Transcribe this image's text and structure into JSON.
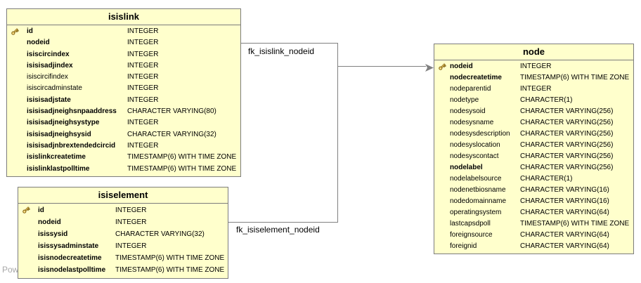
{
  "watermark": "Pow",
  "relationships": [
    {
      "label": "fk_isislink_nodeid"
    },
    {
      "label": "fk_isiselement_nodeid"
    }
  ],
  "colors": {
    "table_fill": "#FFFFCC",
    "table_border": "#7C7C7C",
    "connector_gray": "#808080",
    "key_gold": "#E8C660",
    "watermark_gray": "#A8A8A8",
    "text": "#000000"
  },
  "icons": {
    "primary_key": "key-icon",
    "arrow": "arrowhead-icon"
  },
  "tables": [
    {
      "name": "isislink",
      "columns": [
        {
          "name": "id",
          "type": "INTEGER",
          "key": true,
          "notnull": true
        },
        {
          "name": "nodeid",
          "type": "INTEGER",
          "key": false,
          "notnull": true
        },
        {
          "name": "isiscircindex",
          "type": "INTEGER",
          "key": false,
          "notnull": true
        },
        {
          "name": "isisisadjindex",
          "type": "INTEGER",
          "key": false,
          "notnull": true
        },
        {
          "name": "isiscircifindex",
          "type": "INTEGER",
          "key": false,
          "notnull": false
        },
        {
          "name": "isiscircadminstate",
          "type": "INTEGER",
          "key": false,
          "notnull": false
        },
        {
          "name": "isisisadjstate",
          "type": "INTEGER",
          "key": false,
          "notnull": true
        },
        {
          "name": "isisisadjneighsnpaaddress",
          "type": "CHARACTER VARYING(80)",
          "key": false,
          "notnull": true
        },
        {
          "name": "isisisadjneighsystype",
          "type": "INTEGER",
          "key": false,
          "notnull": true
        },
        {
          "name": "isisisadjneighsysid",
          "type": "CHARACTER VARYING(32)",
          "key": false,
          "notnull": true
        },
        {
          "name": "isisisadjnbrextendedcircid",
          "type": "INTEGER",
          "key": false,
          "notnull": true
        },
        {
          "name": "isislinkcreatetime",
          "type": "TIMESTAMP(6) WITH TIME ZONE",
          "key": false,
          "notnull": true
        },
        {
          "name": "isislinklastpolltime",
          "type": "TIMESTAMP(6) WITH TIME ZONE",
          "key": false,
          "notnull": true
        }
      ]
    },
    {
      "name": "isiselement",
      "columns": [
        {
          "name": "id",
          "type": "INTEGER",
          "key": true,
          "notnull": true
        },
        {
          "name": "nodeid",
          "type": "INTEGER",
          "key": false,
          "notnull": true
        },
        {
          "name": "isissysid",
          "type": "CHARACTER VARYING(32)",
          "key": false,
          "notnull": true
        },
        {
          "name": "isissysadminstate",
          "type": "INTEGER",
          "key": false,
          "notnull": true
        },
        {
          "name": "isisnodecreatetime",
          "type": "TIMESTAMP(6) WITH TIME ZONE",
          "key": false,
          "notnull": true
        },
        {
          "name": "isisnodelastpolltime",
          "type": "TIMESTAMP(6) WITH TIME ZONE",
          "key": false,
          "notnull": true
        }
      ]
    },
    {
      "name": "node",
      "columns": [
        {
          "name": "nodeid",
          "type": "INTEGER",
          "key": true,
          "notnull": true
        },
        {
          "name": "nodecreatetime",
          "type": "TIMESTAMP(6) WITH TIME ZONE",
          "key": false,
          "notnull": true
        },
        {
          "name": "nodeparentid",
          "type": "INTEGER",
          "key": false,
          "notnull": false
        },
        {
          "name": "nodetype",
          "type": "CHARACTER(1)",
          "key": false,
          "notnull": false
        },
        {
          "name": "nodesysoid",
          "type": "CHARACTER VARYING(256)",
          "key": false,
          "notnull": false
        },
        {
          "name": "nodesysname",
          "type": "CHARACTER VARYING(256)",
          "key": false,
          "notnull": false
        },
        {
          "name": "nodesysdescription",
          "type": "CHARACTER VARYING(256)",
          "key": false,
          "notnull": false
        },
        {
          "name": "nodesyslocation",
          "type": "CHARACTER VARYING(256)",
          "key": false,
          "notnull": false
        },
        {
          "name": "nodesyscontact",
          "type": "CHARACTER VARYING(256)",
          "key": false,
          "notnull": false
        },
        {
          "name": "nodelabel",
          "type": "CHARACTER VARYING(256)",
          "key": false,
          "notnull": true
        },
        {
          "name": "nodelabelsource",
          "type": "CHARACTER(1)",
          "key": false,
          "notnull": false
        },
        {
          "name": "nodenetbiosname",
          "type": "CHARACTER VARYING(16)",
          "key": false,
          "notnull": false
        },
        {
          "name": "nodedomainname",
          "type": "CHARACTER VARYING(16)",
          "key": false,
          "notnull": false
        },
        {
          "name": "operatingsystem",
          "type": "CHARACTER VARYING(64)",
          "key": false,
          "notnull": false
        },
        {
          "name": "lastcapsdpoll",
          "type": "TIMESTAMP(6) WITH TIME ZONE",
          "key": false,
          "notnull": false
        },
        {
          "name": "foreignsource",
          "type": "CHARACTER VARYING(64)",
          "key": false,
          "notnull": false
        },
        {
          "name": "foreignid",
          "type": "CHARACTER VARYING(64)",
          "key": false,
          "notnull": false
        }
      ]
    }
  ]
}
